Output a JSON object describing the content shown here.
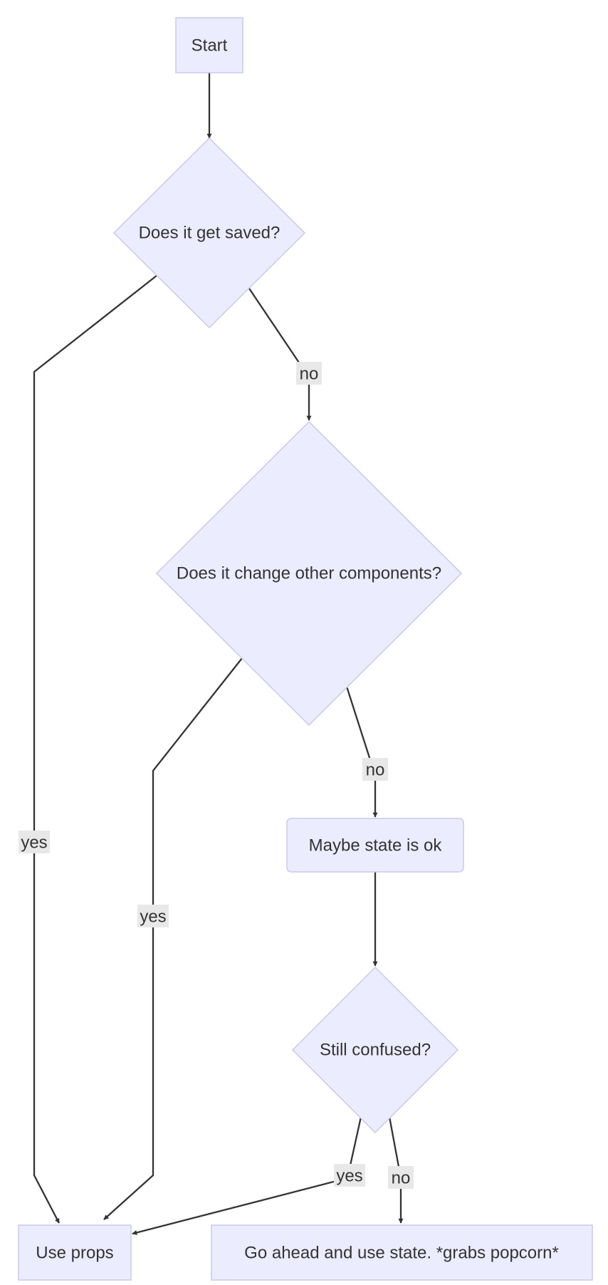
{
  "nodes": {
    "start": "Start",
    "saved": "Does it get saved?",
    "change": "Does it change other components?",
    "maybe_state": "Maybe state is ok",
    "confused": "Still confused?",
    "use_props": "Use props",
    "use_state": "Go ahead and use state. *grabs popcorn*"
  },
  "edges": {
    "start_to_saved": "",
    "saved_yes": "yes",
    "saved_no": "no",
    "change_yes": "yes",
    "change_no": "no",
    "maybe_to_confused": "",
    "confused_yes": "yes",
    "confused_no": "no"
  },
  "colors": {
    "node_fill": "#ECECFF",
    "node_stroke": "#C9C9F0",
    "edge": "#333333",
    "label_bg": "#E8E8E8",
    "text": "#333333"
  }
}
